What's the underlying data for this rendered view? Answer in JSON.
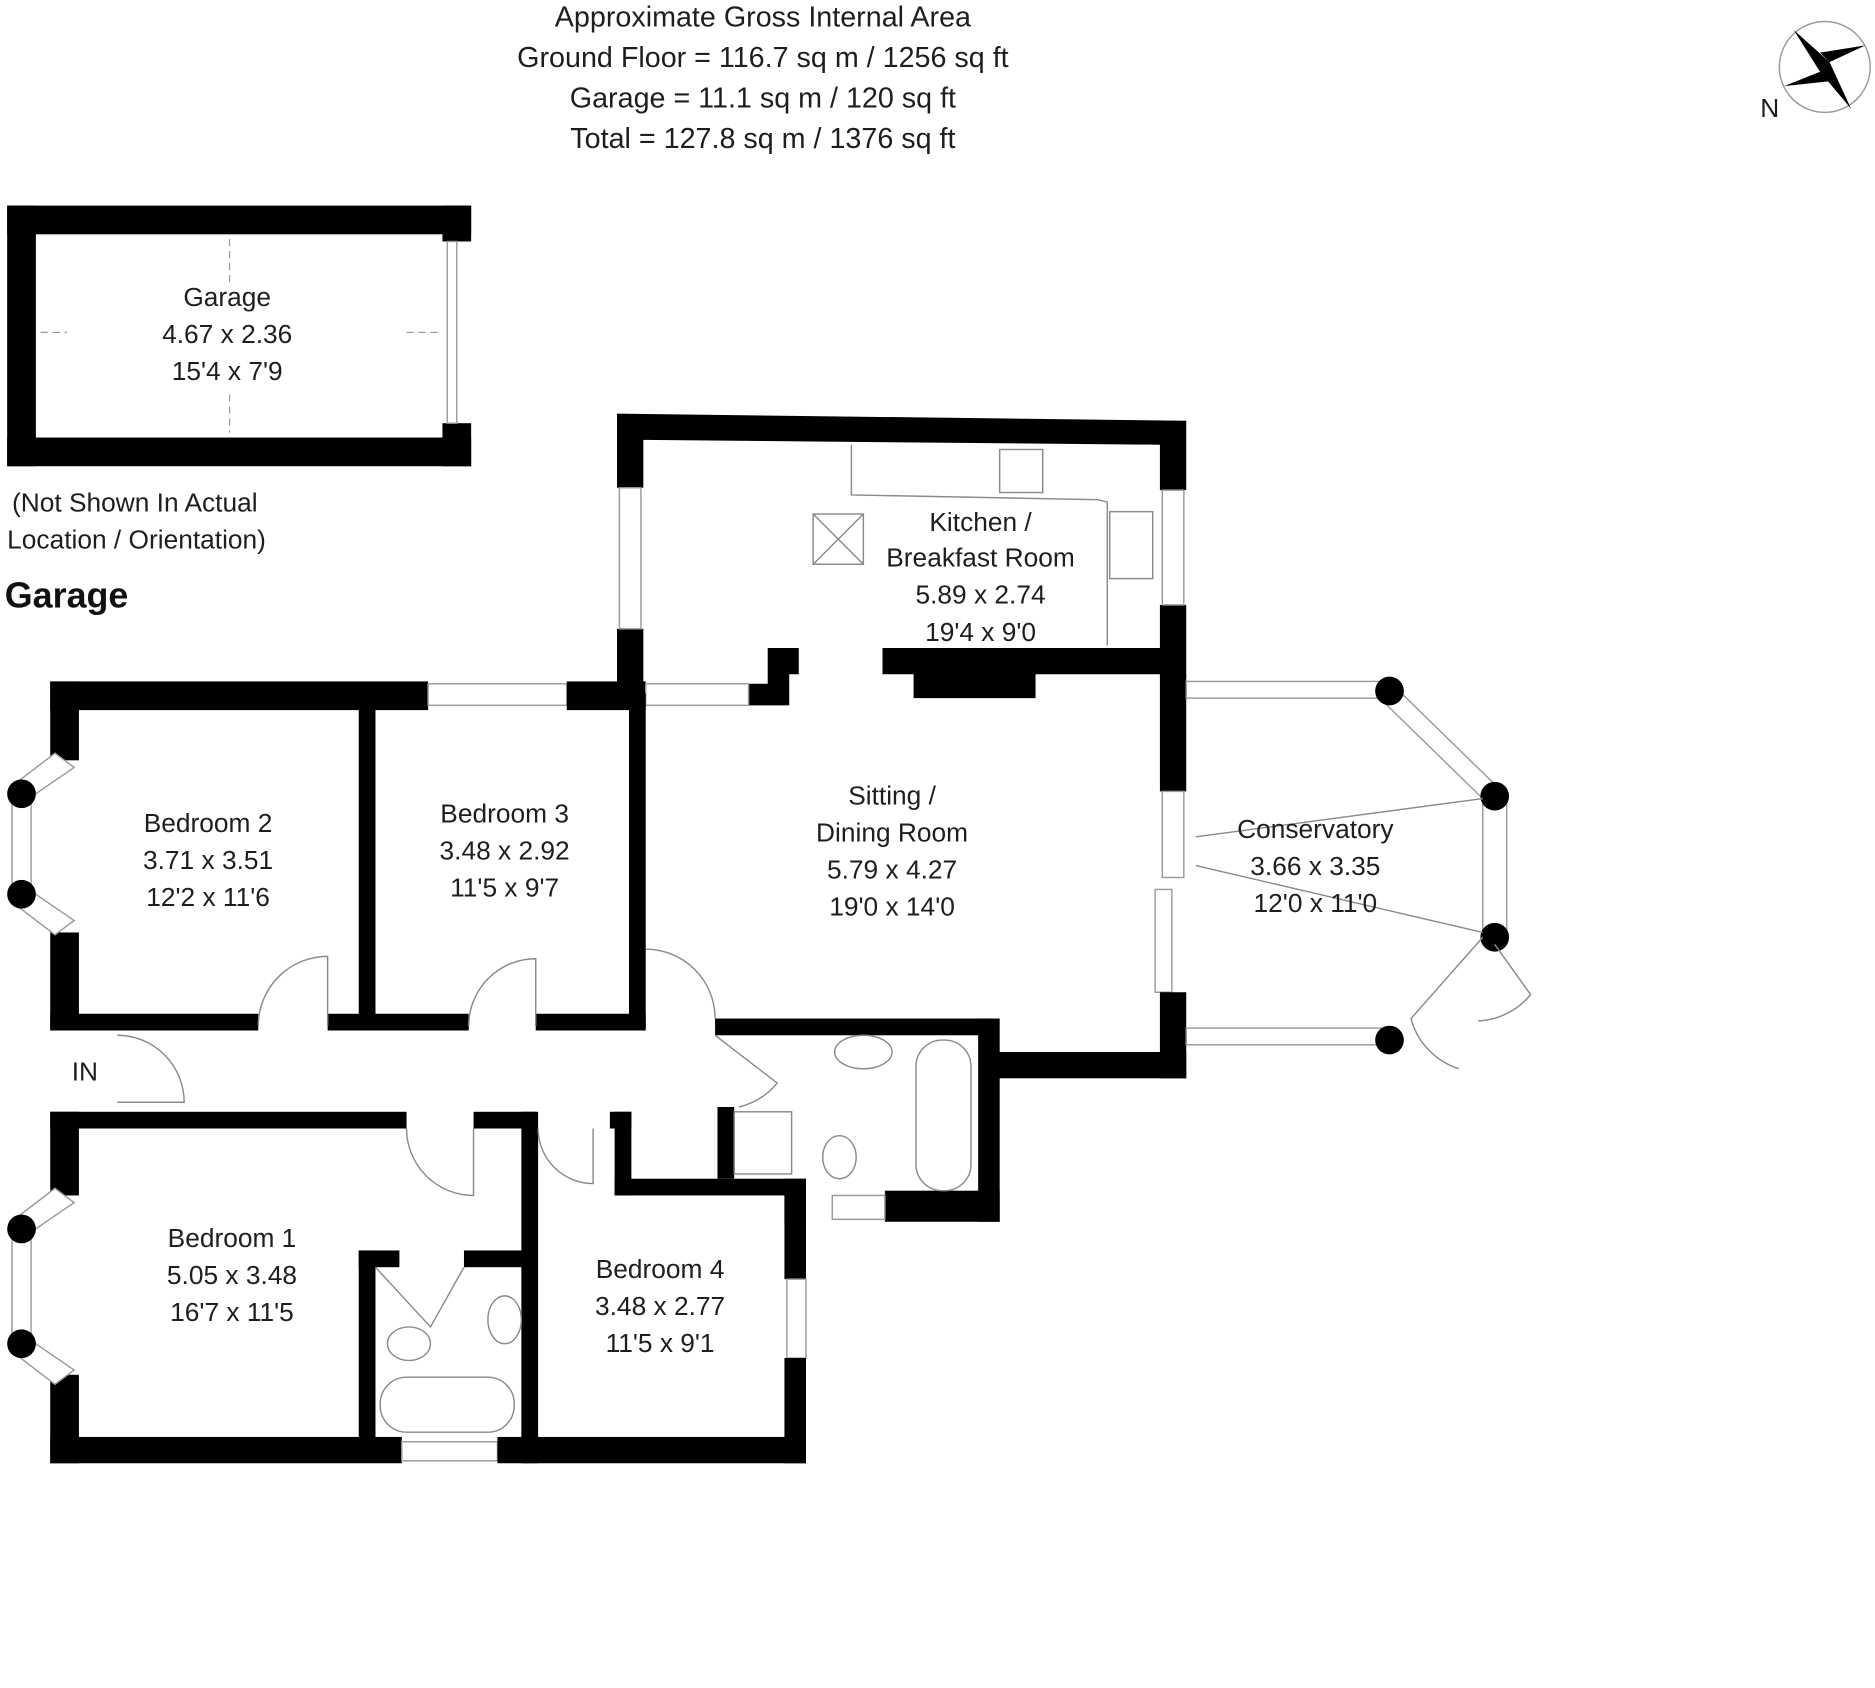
{
  "header": {
    "title": "Approximate Gross Internal Area",
    "ground_floor": "Ground Floor = 116.7 sq m / 1256 sq ft",
    "garage": "Garage = 11.1 sq m / 120 sq ft",
    "total": "Total = 127.8 sq m / 1376 sq ft"
  },
  "compass": {
    "icon": "compass-rose-icon",
    "label": "N"
  },
  "garage_plan": {
    "room": {
      "name": "Garage",
      "metric": "4.67 x 2.36",
      "imperial": "15'4 x 7'9"
    },
    "note_line1": "(Not Shown In Actual",
    "note_line2": "Location / Orientation)",
    "section_title": "Garage"
  },
  "entrance_label": "IN",
  "rooms": {
    "kitchen": {
      "name_line1": "Kitchen /",
      "name_line2": "Breakfast Room",
      "metric": "5.89 x 2.74",
      "imperial": "19'4 x 9'0"
    },
    "sitting": {
      "name_line1": "Sitting /",
      "name_line2": "Dining Room",
      "metric": "5.79 x 4.27",
      "imperial": "19'0 x 14'0"
    },
    "conservatory": {
      "name": "Conservatory",
      "metric": "3.66 x 3.35",
      "imperial": "12'0 x 11'0"
    },
    "bedroom1": {
      "name": "Bedroom 1",
      "metric": "5.05 x 3.48",
      "imperial": "16'7 x 11'5"
    },
    "bedroom2": {
      "name": "Bedroom 2",
      "metric": "3.71 x 3.51",
      "imperial": "12'2 x 11'6"
    },
    "bedroom3": {
      "name": "Bedroom 3",
      "metric": "3.48 x 2.92",
      "imperial": "11'5 x 9'7"
    },
    "bedroom4": {
      "name": "Bedroom 4",
      "metric": "3.48 x 2.77",
      "imperial": "11'5 x 9'1"
    }
  }
}
